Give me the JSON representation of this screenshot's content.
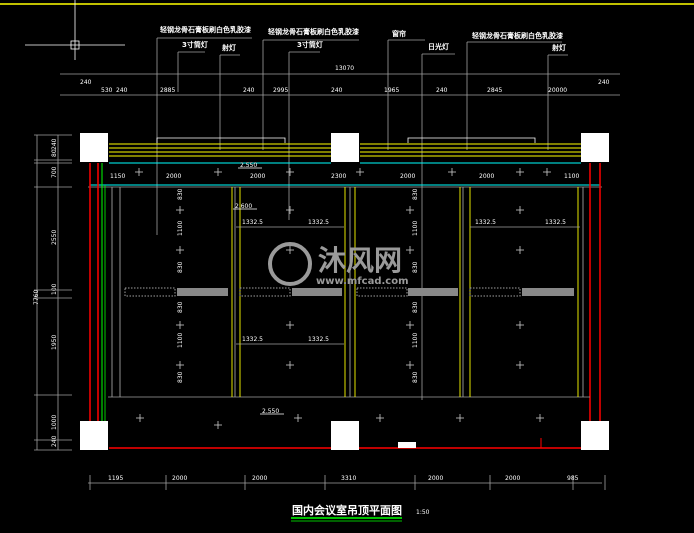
{
  "callouts": [
    "轻钢龙骨石膏板刷白色乳胶漆",
    "3寸筒灯",
    "射灯",
    "轻钢龙骨石膏板刷白色乳胶漆",
    "3寸筒灯",
    "窗帘",
    "日光灯",
    "轻钢龙骨石膏板刷白色乳胶漆",
    "射灯"
  ],
  "overall_width": "13070",
  "top_dims": [
    "240",
    "530",
    "240",
    "2885",
    "240",
    "2995",
    "240",
    "1965",
    "240",
    "2845",
    "20000",
    "240"
  ],
  "inner_dims": [
    "1150",
    "2000",
    "2000",
    "2300",
    "2000",
    "2000",
    "1100"
  ],
  "bottom_dims": [
    "1195",
    "2000",
    "2000",
    "3310",
    "2000",
    "2000",
    "985"
  ],
  "left_dims": [
    "240",
    "80",
    "700",
    "2550",
    "100",
    "1950",
    "1000",
    "240"
  ],
  "overall_height": "7760",
  "panel_dims": [
    "1332.5",
    "1332.5",
    "1332.5",
    "1332.5",
    "1332.5",
    "1332.5",
    "1332.5",
    "1332.5"
  ],
  "vertical_dims": [
    "830",
    "1100",
    "830",
    "830",
    "1100",
    "830"
  ],
  "elevations": [
    "2.550",
    "2.600",
    "2.550"
  ],
  "title": "国内会议室吊顶平面图",
  "scale": "1:50",
  "watermark": {
    "brand": "沐风网",
    "url": "www.mfcad.com"
  },
  "colors": {
    "wall": "#ff0000",
    "cyan": "#00ffff",
    "yellow": "#ffff00",
    "green": "#00ff00",
    "gray": "#a0a0a0"
  }
}
